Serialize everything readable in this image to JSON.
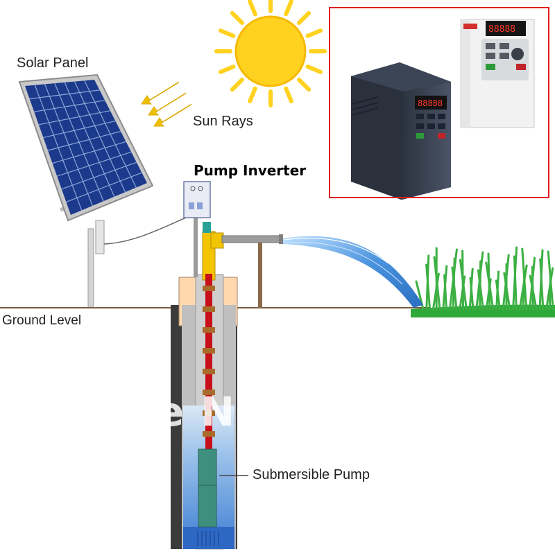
{
  "labels": {
    "solar_panel": "Solar Panel",
    "sun_rays": "Sun Rays",
    "pump_inverter": "Pump Inverter",
    "ground_level": "Ground Level",
    "submersible_pump": "Submersible Pump"
  },
  "inverter_displays": {
    "dark_unit": "88888",
    "light_unit": "88888"
  },
  "watermark": "e N",
  "colors": {
    "sun": "#ffd21f",
    "panel_cells": "#1c3a8c",
    "pipe_red": "#c8101a",
    "riser_yellow": "#f3c400",
    "water": "#3d86d6",
    "grass": "#2fa83a",
    "inset_border": "#e0201e"
  }
}
